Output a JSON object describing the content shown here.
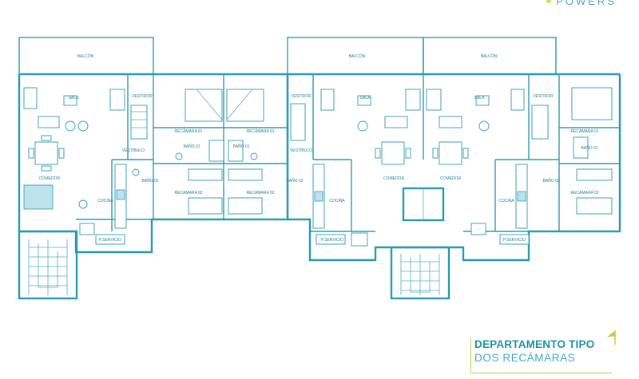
{
  "brand": {
    "text": "POWERS"
  },
  "title": {
    "line1": "DEPARTAMENTO TIPO",
    "line2": "DOS RECÁMARAS"
  },
  "rooms": {
    "balcon": "BALCÓN",
    "sala": "SALA",
    "vestidor": "VESTIDOR",
    "recamara01": "RECÁMARA 01",
    "recamara02": "RECÁMARA 02",
    "vestibulo": "VESTÍBULO",
    "bano01": "BAÑO 01",
    "bano02": "BAÑO 02",
    "comedor": "COMEDOR",
    "cocina": "COCINA",
    "pservicio": "P.SERVICIO"
  },
  "colors": {
    "line": "#2a9ab4",
    "title": "#1e8fae",
    "accent": "#b7d33e"
  }
}
